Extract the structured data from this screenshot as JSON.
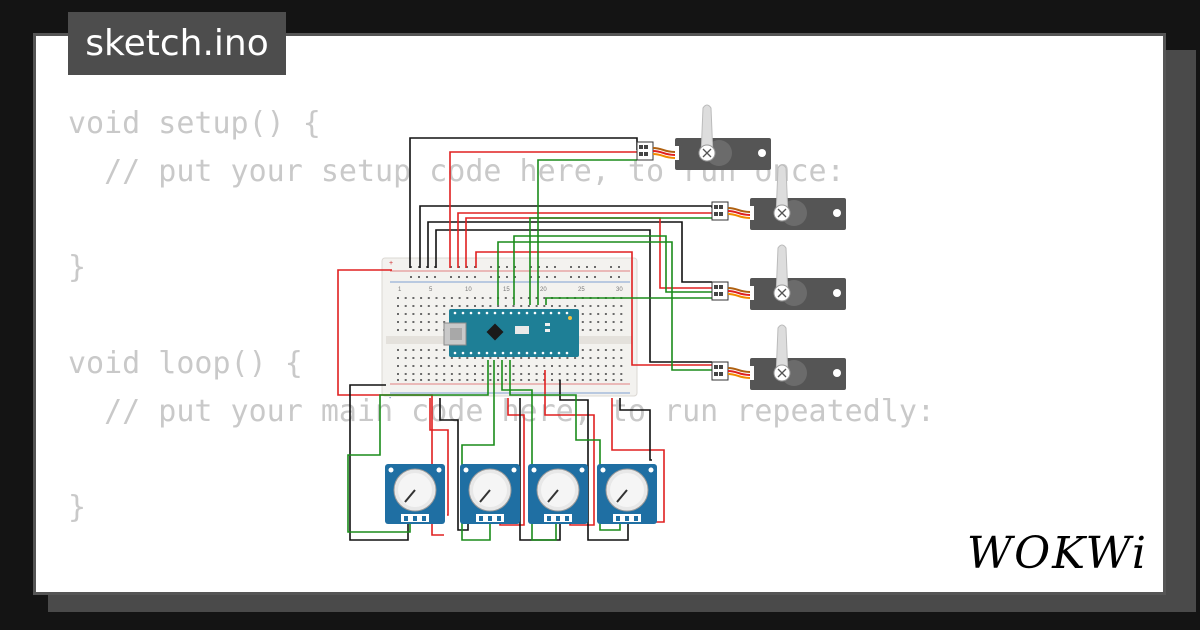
{
  "file_tab": {
    "label": "sketch.ino"
  },
  "code_lines": [
    "void setup() {",
    "  // put your setup code here, to run once:",
    "",
    "}",
    "",
    "void loop() {",
    "  // put your main code here, to run repeatedly:",
    "",
    "}"
  ],
  "logo": {
    "text": "WOKWi"
  },
  "breadboard": {
    "column_numbers": [
      "1",
      "5",
      "10",
      "15",
      "20",
      "25",
      "30"
    ],
    "rail_signs": [
      "+",
      "-"
    ]
  },
  "components": {
    "servo_count": 4,
    "potentiometer_count": 4,
    "microcontroller": "arduino-nano-icon"
  },
  "colors": {
    "wire_red": "#e02020",
    "wire_black": "#111111",
    "wire_green": "#1a8c1a",
    "nano_board": "#1e7f96",
    "pot_board": "#1f6fa3",
    "servo_body": "#555555"
  }
}
